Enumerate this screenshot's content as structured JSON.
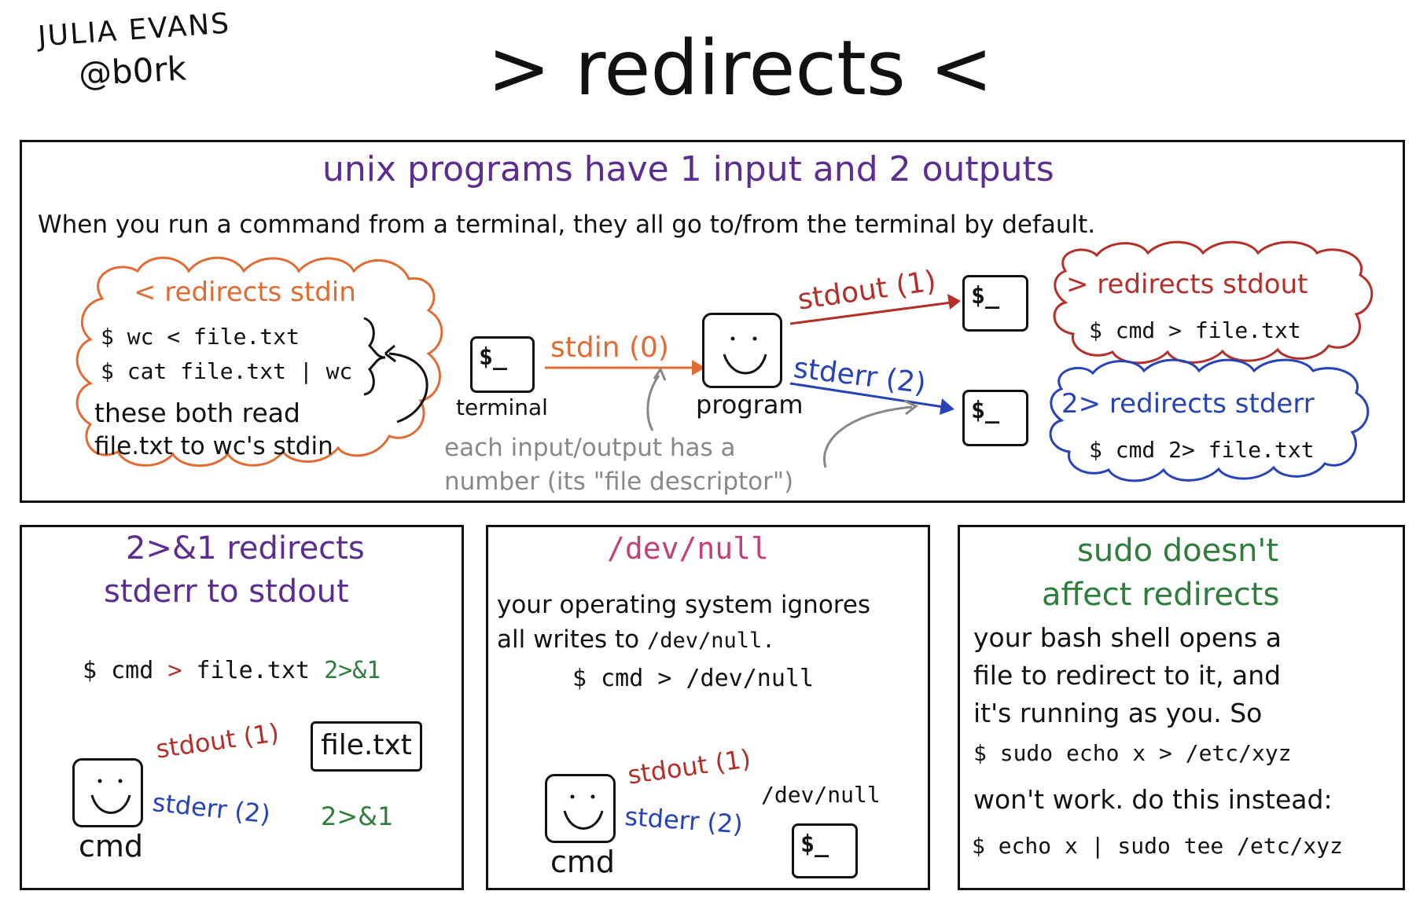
{
  "author": {
    "name": "JULIA EVANS",
    "handle": "@b0rk"
  },
  "title": "> redirects <",
  "top_panel": {
    "heading": "unix programs have 1 input and 2 outputs",
    "subtitle": "When you run a command from a terminal, they all go to/from the terminal by default.",
    "stdin_cloud": {
      "title": "< redirects stdin",
      "cmd1": "$ wc < file.txt",
      "cmd2": "$ cat file.txt | wc",
      "note1": "these both read",
      "note2": "file.txt to wc's stdin"
    },
    "terminal_label": "terminal",
    "terminal_prompt": "$_",
    "stdin_label": "stdin (0)",
    "program_label": "program",
    "stdout_label": "stdout (1)",
    "stderr_label": "stderr (2)",
    "fd_note1": "each input/output has a",
    "fd_note2": "number (its \"file descriptor\")",
    "stdout_cloud": {
      "title": "> redirects stdout",
      "cmd": "$ cmd > file.txt"
    },
    "stderr_cloud": {
      "title": "2> redirects stderr",
      "cmd": "$ cmd 2> file.txt"
    }
  },
  "panel_21": {
    "title1": "2>&1 redirects",
    "title2": "stderr to stdout",
    "cmd_prefix": "$ cmd",
    "cmd_op": ">",
    "cmd_file": "file.txt",
    "cmd_redirect": "2>&1",
    "stdout_label": "stdout (1)",
    "stderr_label": "stderr (2)",
    "file_label": "file.txt",
    "redirect_label": "2>&1",
    "cmd_label": "cmd"
  },
  "panel_null": {
    "title": "/dev/null",
    "line1": "your operating system ignores",
    "line2a": "all writes to",
    "line2b": "/dev/null.",
    "cmd": "$ cmd > /dev/null",
    "stdout_label": "stdout (1)",
    "stderr_label": "stderr (2)",
    "devnull_label": "/dev/null",
    "cmd_label": "cmd",
    "prompt": "$_"
  },
  "panel_sudo": {
    "title1": "sudo doesn't",
    "title2": "affect redirects",
    "line1": "your bash shell opens a",
    "line2": "file to redirect to it, and",
    "line3": "it's running as you. So",
    "cmd_bad": "$ sudo echo x > /etc/xyz",
    "line4": "won't work. do this instead:",
    "cmd_good": "$ echo x | sudo tee /etc/xyz"
  },
  "colors": {
    "purple": "#5b2d90",
    "orange": "#e06b33",
    "red": "#b3302a",
    "blue": "#2743b6",
    "green": "#2e7d3c",
    "pink": "#c2417a",
    "gray": "#888888"
  },
  "icons": [
    "smiley-face-icon",
    "terminal-icon",
    "trash-can-icon",
    "curved-arrow-icon"
  ]
}
